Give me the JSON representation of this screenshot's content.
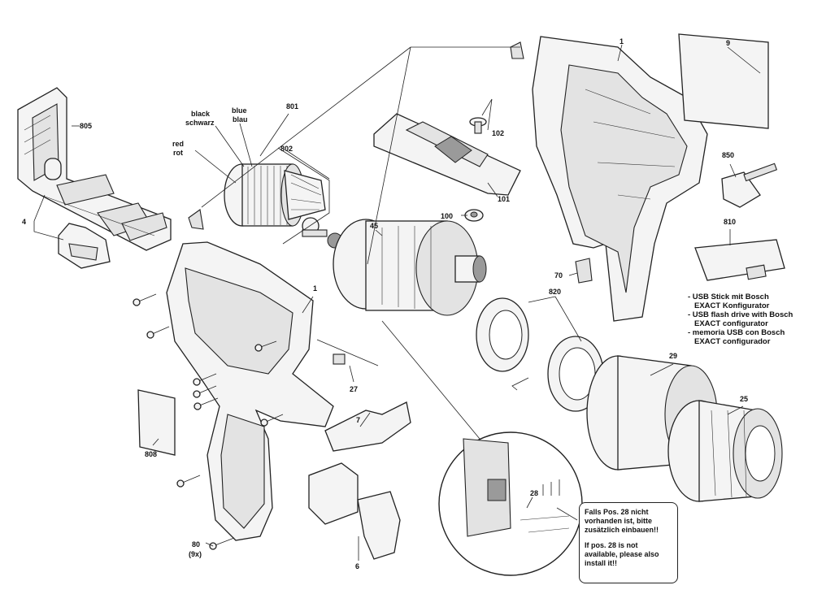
{
  "labels": {
    "p1_top": "1",
    "p1_left": "1",
    "p4": "4",
    "p6": "6",
    "p7": "7",
    "p9": "9",
    "p25": "25",
    "p27": "27",
    "p28": "28",
    "p29": "29",
    "p45": "45",
    "p70": "70",
    "p80": "80",
    "p80_qty": "(9x)",
    "p100": "100",
    "p101": "101",
    "p102": "102",
    "p801": "801",
    "p802": "802",
    "p805": "805",
    "p808": "808",
    "p810": "810",
    "p820": "820",
    "p850": "850",
    "wire_black_1": "black",
    "wire_black_2": "schwarz",
    "wire_blue_1": "blue",
    "wire_blue_2": "blau",
    "wire_red_1": "red",
    "wire_red_2": "rot"
  },
  "usb_notes": [
    {
      "line1": "- USB Stick mit Bosch",
      "line2": "EXACT Konfigurator"
    },
    {
      "line1": "- USB flash drive with Bosch",
      "line2": "EXACT configurator"
    },
    {
      "line1": "- memoria USB con Bosch",
      "line2": "EXACT configurador"
    }
  ],
  "note": {
    "de": "Falls Pos. 28 nicht vorhanden ist, bitte zusätzlich einbauen!!",
    "en": "If pos. 28 is not available, please also install it!!"
  },
  "colors": {
    "ink": "#222222",
    "fill": "#f4f4f4",
    "shade": "#e3e3e3"
  }
}
